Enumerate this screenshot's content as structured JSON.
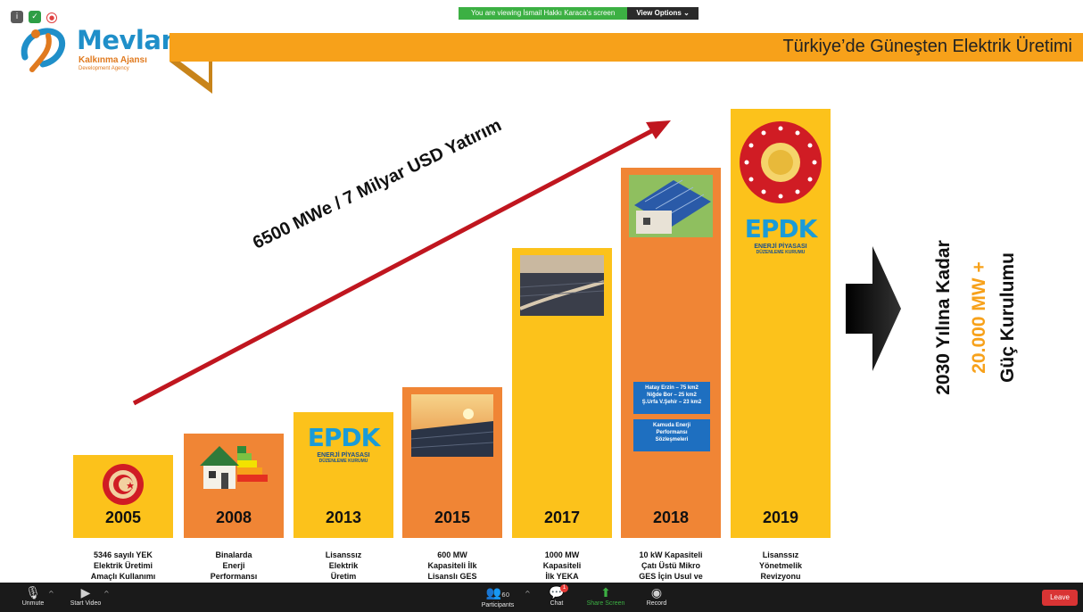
{
  "zoom": {
    "viewing_text": "You are viewing İsmail Hakkı Karaca's screen",
    "view_options_label": "View Options ⌄",
    "toolbar": {
      "unmute": "Unmute",
      "start_video": "Start Video",
      "participants": "Participants",
      "participants_count": "60",
      "chat": "Chat",
      "chat_badge": "1",
      "share_screen": "Share Screen",
      "record": "Record",
      "leave": "Leave"
    }
  },
  "slide": {
    "logo": {
      "name": "Mevlana",
      "sub1": "Kalkınma Ajansı",
      "sub2": "Development Agency"
    },
    "title": "Türkiye’de Güneşten Elektrik Üretimi",
    "arrow_label": "6500 MWe / 7 Milyar USD Yatırım",
    "bars": [
      {
        "year": "2005",
        "caption": [
          "5346 sayılı YEK",
          "Elektrik Üretimi",
          "Amaçlı Kullanımı"
        ],
        "color": "#fcc21b"
      },
      {
        "year": "2008",
        "caption": [
          "Binalarda",
          "Enerji",
          "Performansı"
        ],
        "color": "#f08535"
      },
      {
        "year": "2013",
        "caption": [
          "Lisanssız",
          "Elektrik",
          "Üretim"
        ],
        "color": "#fcc21b"
      },
      {
        "year": "2015",
        "caption": [
          "600 MW",
          "Kapasiteli İlk",
          "Lisanslı GES"
        ],
        "color": "#f08535"
      },
      {
        "year": "2017",
        "caption": [
          "1000 MW",
          "Kapasiteli",
          "İlk YEKA"
        ],
        "color": "#fcc21b"
      },
      {
        "year": "2018",
        "caption": [
          "10 kW Kapasiteli",
          "Çatı Üstü  Mikro",
          "GES İçin Usul ve"
        ],
        "color": "#f08535"
      },
      {
        "year": "2019",
        "caption": [
          "Lisanssız",
          "Yönetmelik",
          "Revizyonu"
        ],
        "color": "#fcc21b"
      }
    ],
    "epdk": {
      "big": "EPDK",
      "line1": "ENERJİ PİYASASI",
      "line2": "DÜZENLEME KURUMU"
    },
    "blue_box_1": [
      "Hatay Erzin – 75 km2",
      "Niğde Bor – 25 km2",
      "Ş.Urfa V.Şehir – 23 km2"
    ],
    "blue_box_2": [
      "Kamuda Enerji",
      "Performansı",
      "Sözleşmeleri"
    ],
    "goal": {
      "line1": "2030 Yılına Kadar",
      "line2": "20.000 MW +",
      "line3": "Güç Kurulumu"
    },
    "colors": {
      "title_bar": "#f7a11a",
      "accent_red": "#c0161f",
      "goal_highlight": "#f7a11a"
    }
  }
}
